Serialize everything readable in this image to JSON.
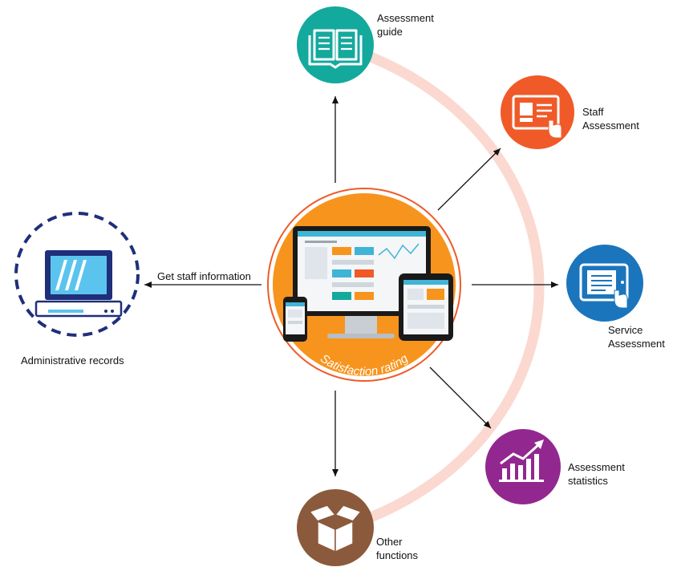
{
  "center": {
    "label": "Satisfaction rating"
  },
  "admin": {
    "label": "Administrative records"
  },
  "arrow_label": "Get staff information",
  "nodes": [
    {
      "id": "assessment-guide",
      "lines": [
        "Assessment",
        "guide"
      ],
      "color": "#14a99d",
      "icon": "open-book-icon"
    },
    {
      "id": "staff-assessment",
      "lines": [
        "Staff",
        "Assessment"
      ],
      "color": "#f05a28",
      "icon": "id-card-tablet-icon"
    },
    {
      "id": "service-assessment",
      "lines": [
        "Service",
        "Assessment"
      ],
      "color": "#1b75bc",
      "icon": "tablet-document-icon"
    },
    {
      "id": "assessment-statistics",
      "lines": [
        "Assessment",
        "statistics"
      ],
      "color": "#92278f",
      "icon": "growth-chart-icon"
    },
    {
      "id": "other-functions",
      "lines": [
        "Other",
        "functions"
      ],
      "color": "#8b5a3c",
      "icon": "open-box-icon"
    }
  ],
  "colors": {
    "ring": "#fbd9d0",
    "center_fill": "#f7941d",
    "center_border": "#ef5a28",
    "admin_dash": "#1f2f7a"
  }
}
